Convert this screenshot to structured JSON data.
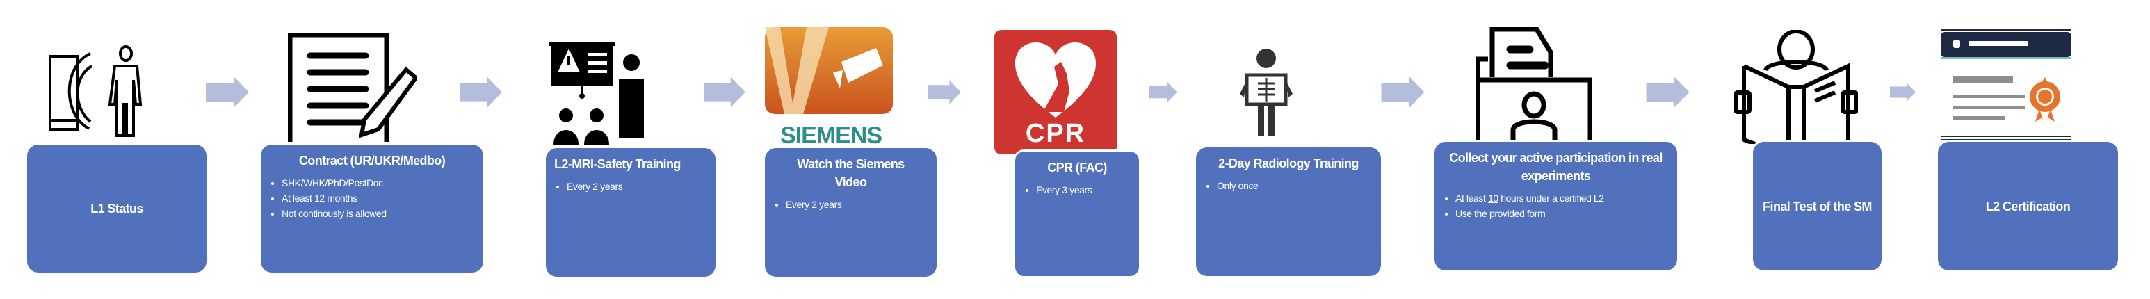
{
  "colors": {
    "box": "#5171BD",
    "arrow": "#B4BDDC",
    "text": "#FFFFFF"
  },
  "steps": [
    {
      "title": "L1 Status",
      "icon": "mri-scanner-person-icon",
      "bullets": []
    },
    {
      "title": "Contract (UR/UKR/Medbo)",
      "icon": "contract-document-icon",
      "bullets": [
        "SHK/WHK/PhD/PostDoc",
        "At least 12 months",
        "Not continously is allowed"
      ]
    },
    {
      "title": "L2-MRI-Safety Training",
      "icon": "safety-presentation-icon",
      "bullets": [
        "Every 2 years"
      ]
    },
    {
      "title": "Watch the Siemens Video",
      "icon": "siemens-video-icon",
      "logo_text": "SIEMENS",
      "bullets": [
        "Every 2 years"
      ]
    },
    {
      "title": "CPR (FAC)",
      "icon": "cpr-heart-icon",
      "logo_text": "CPR",
      "bullets": [
        "Every 3 years"
      ]
    },
    {
      "title": "2-Day Radiology Training",
      "icon": "xray-person-icon",
      "bullets": [
        "Only once"
      ]
    },
    {
      "title": "Collect your active participation in real experiments",
      "icon": "file-cabinet-person-icon",
      "bullets": [
        "At least 10 hours under a certified L2",
        "Use the provided form"
      ],
      "bullet0_parts": [
        "At least ",
        "10",
        " hours under a certified L2"
      ]
    },
    {
      "title": "Final Test of the SM",
      "icon": "reading-person-icon",
      "bullets": []
    },
    {
      "title": "L2 Certification",
      "icon": "certificate-icon",
      "bullets": []
    }
  ]
}
